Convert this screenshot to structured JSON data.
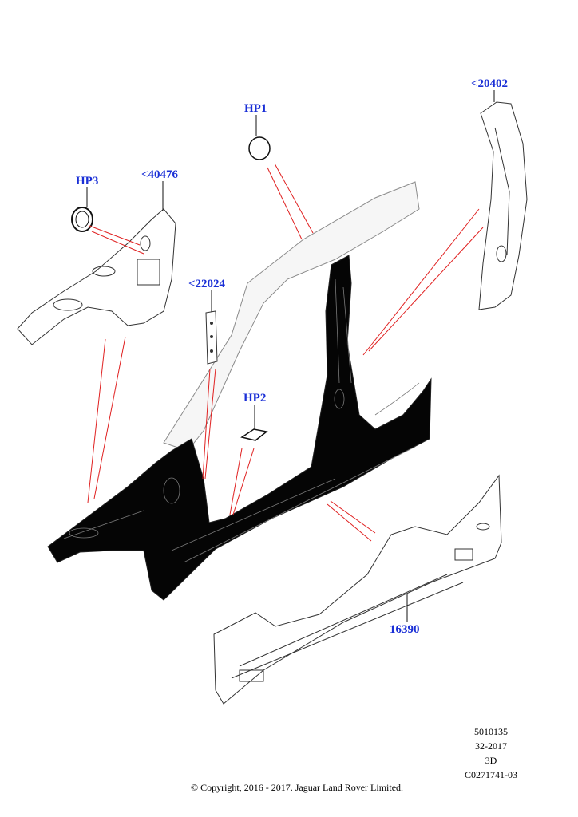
{
  "callouts": {
    "hp1": "HP1",
    "hp2": "HP2",
    "hp3": "HP3",
    "p40476": "<40476",
    "p22024": "<22024",
    "p20402": "<20402",
    "p16390": "16390"
  },
  "meta": {
    "line1": "5010135",
    "line2": "32-2017",
    "line3": "3D",
    "line4": "C0271741-03"
  },
  "copyright": "© Copyright, 2016 - 2017. Jaguar Land Rover Limited.",
  "colors": {
    "callout": "#1a2fd6",
    "leader": "#e02020",
    "part_fill": "#000000",
    "outline": "#9a9a9a"
  }
}
